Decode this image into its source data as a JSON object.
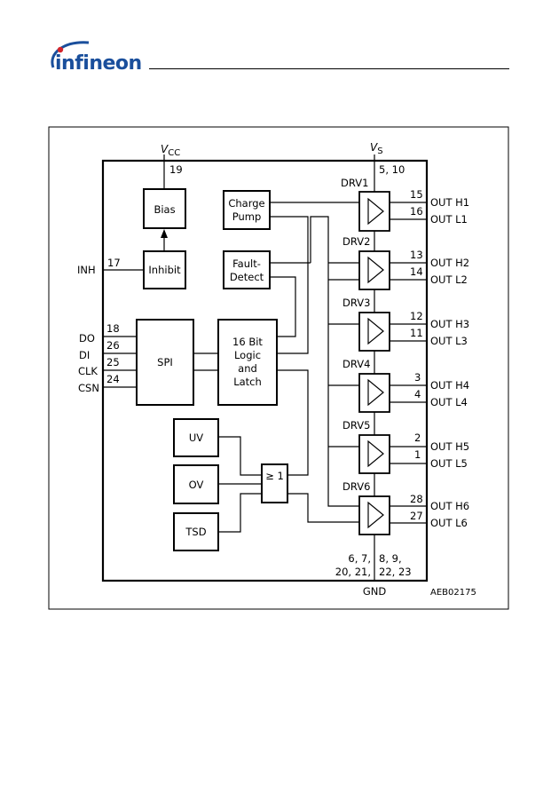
{
  "header": {
    "logo_text": "infineon",
    "brand_color": "#1a4f9c",
    "accent_color": "#d4242a"
  },
  "diagram": {
    "supply_pins": {
      "vcc_symbol": "V",
      "vcc_subscript": "CC",
      "vcc_pin": "19",
      "vs_symbol": "V",
      "vs_subscript": "S",
      "vs_pins": "5, 10"
    },
    "blocks": {
      "bias": "Bias",
      "inhibit": "Inhibit",
      "charge_pump_1": "Charge",
      "charge_pump_2": "Pump",
      "fault_detect_1": "Fault-",
      "fault_detect_2": "Detect",
      "spi": "SPI",
      "logic_1": "16 Bit",
      "logic_2": "Logic",
      "logic_3": "and",
      "logic_4": "Latch",
      "uv": "UV",
      "ov": "OV",
      "tsd": "TSD",
      "or_gate": "≥ 1"
    },
    "inputs": [
      {
        "name": "INH",
        "pin": "17"
      },
      {
        "name": "DO",
        "pin": "18"
      },
      {
        "name": "DI",
        "pin": "26"
      },
      {
        "name": "CLK",
        "pin": "25"
      },
      {
        "name": "CSN",
        "pin": "24"
      }
    ],
    "drivers": [
      {
        "label": "DRV1",
        "out_h": "OUT H1",
        "pin_h": "15",
        "out_l": "OUT L1",
        "pin_l": "16"
      },
      {
        "label": "DRV2",
        "out_h": "OUT H2",
        "pin_h": "13",
        "out_l": "OUT L2",
        "pin_l": "14"
      },
      {
        "label": "DRV3",
        "out_h": "OUT H3",
        "pin_h": "12",
        "out_l": "OUT L3",
        "pin_l": "11"
      },
      {
        "label": "DRV4",
        "out_h": "OUT H4",
        "pin_h": "3",
        "out_l": "OUT L4",
        "pin_l": "4"
      },
      {
        "label": "DRV5",
        "out_h": "OUT H5",
        "pin_h": "2",
        "out_l": "OUT L5",
        "pin_l": "1"
      },
      {
        "label": "DRV6",
        "out_h": "OUT H6",
        "pin_h": "28",
        "out_l": "OUT L6",
        "pin_l": "27"
      }
    ],
    "gnd": {
      "pins_line1_left": "6, 7,",
      "pins_line1_right": "8, 9,",
      "pins_line2_left": "20, 21,",
      "pins_line2_right": "22, 23",
      "label": "GND"
    },
    "figure_code": "AEB02175"
  }
}
